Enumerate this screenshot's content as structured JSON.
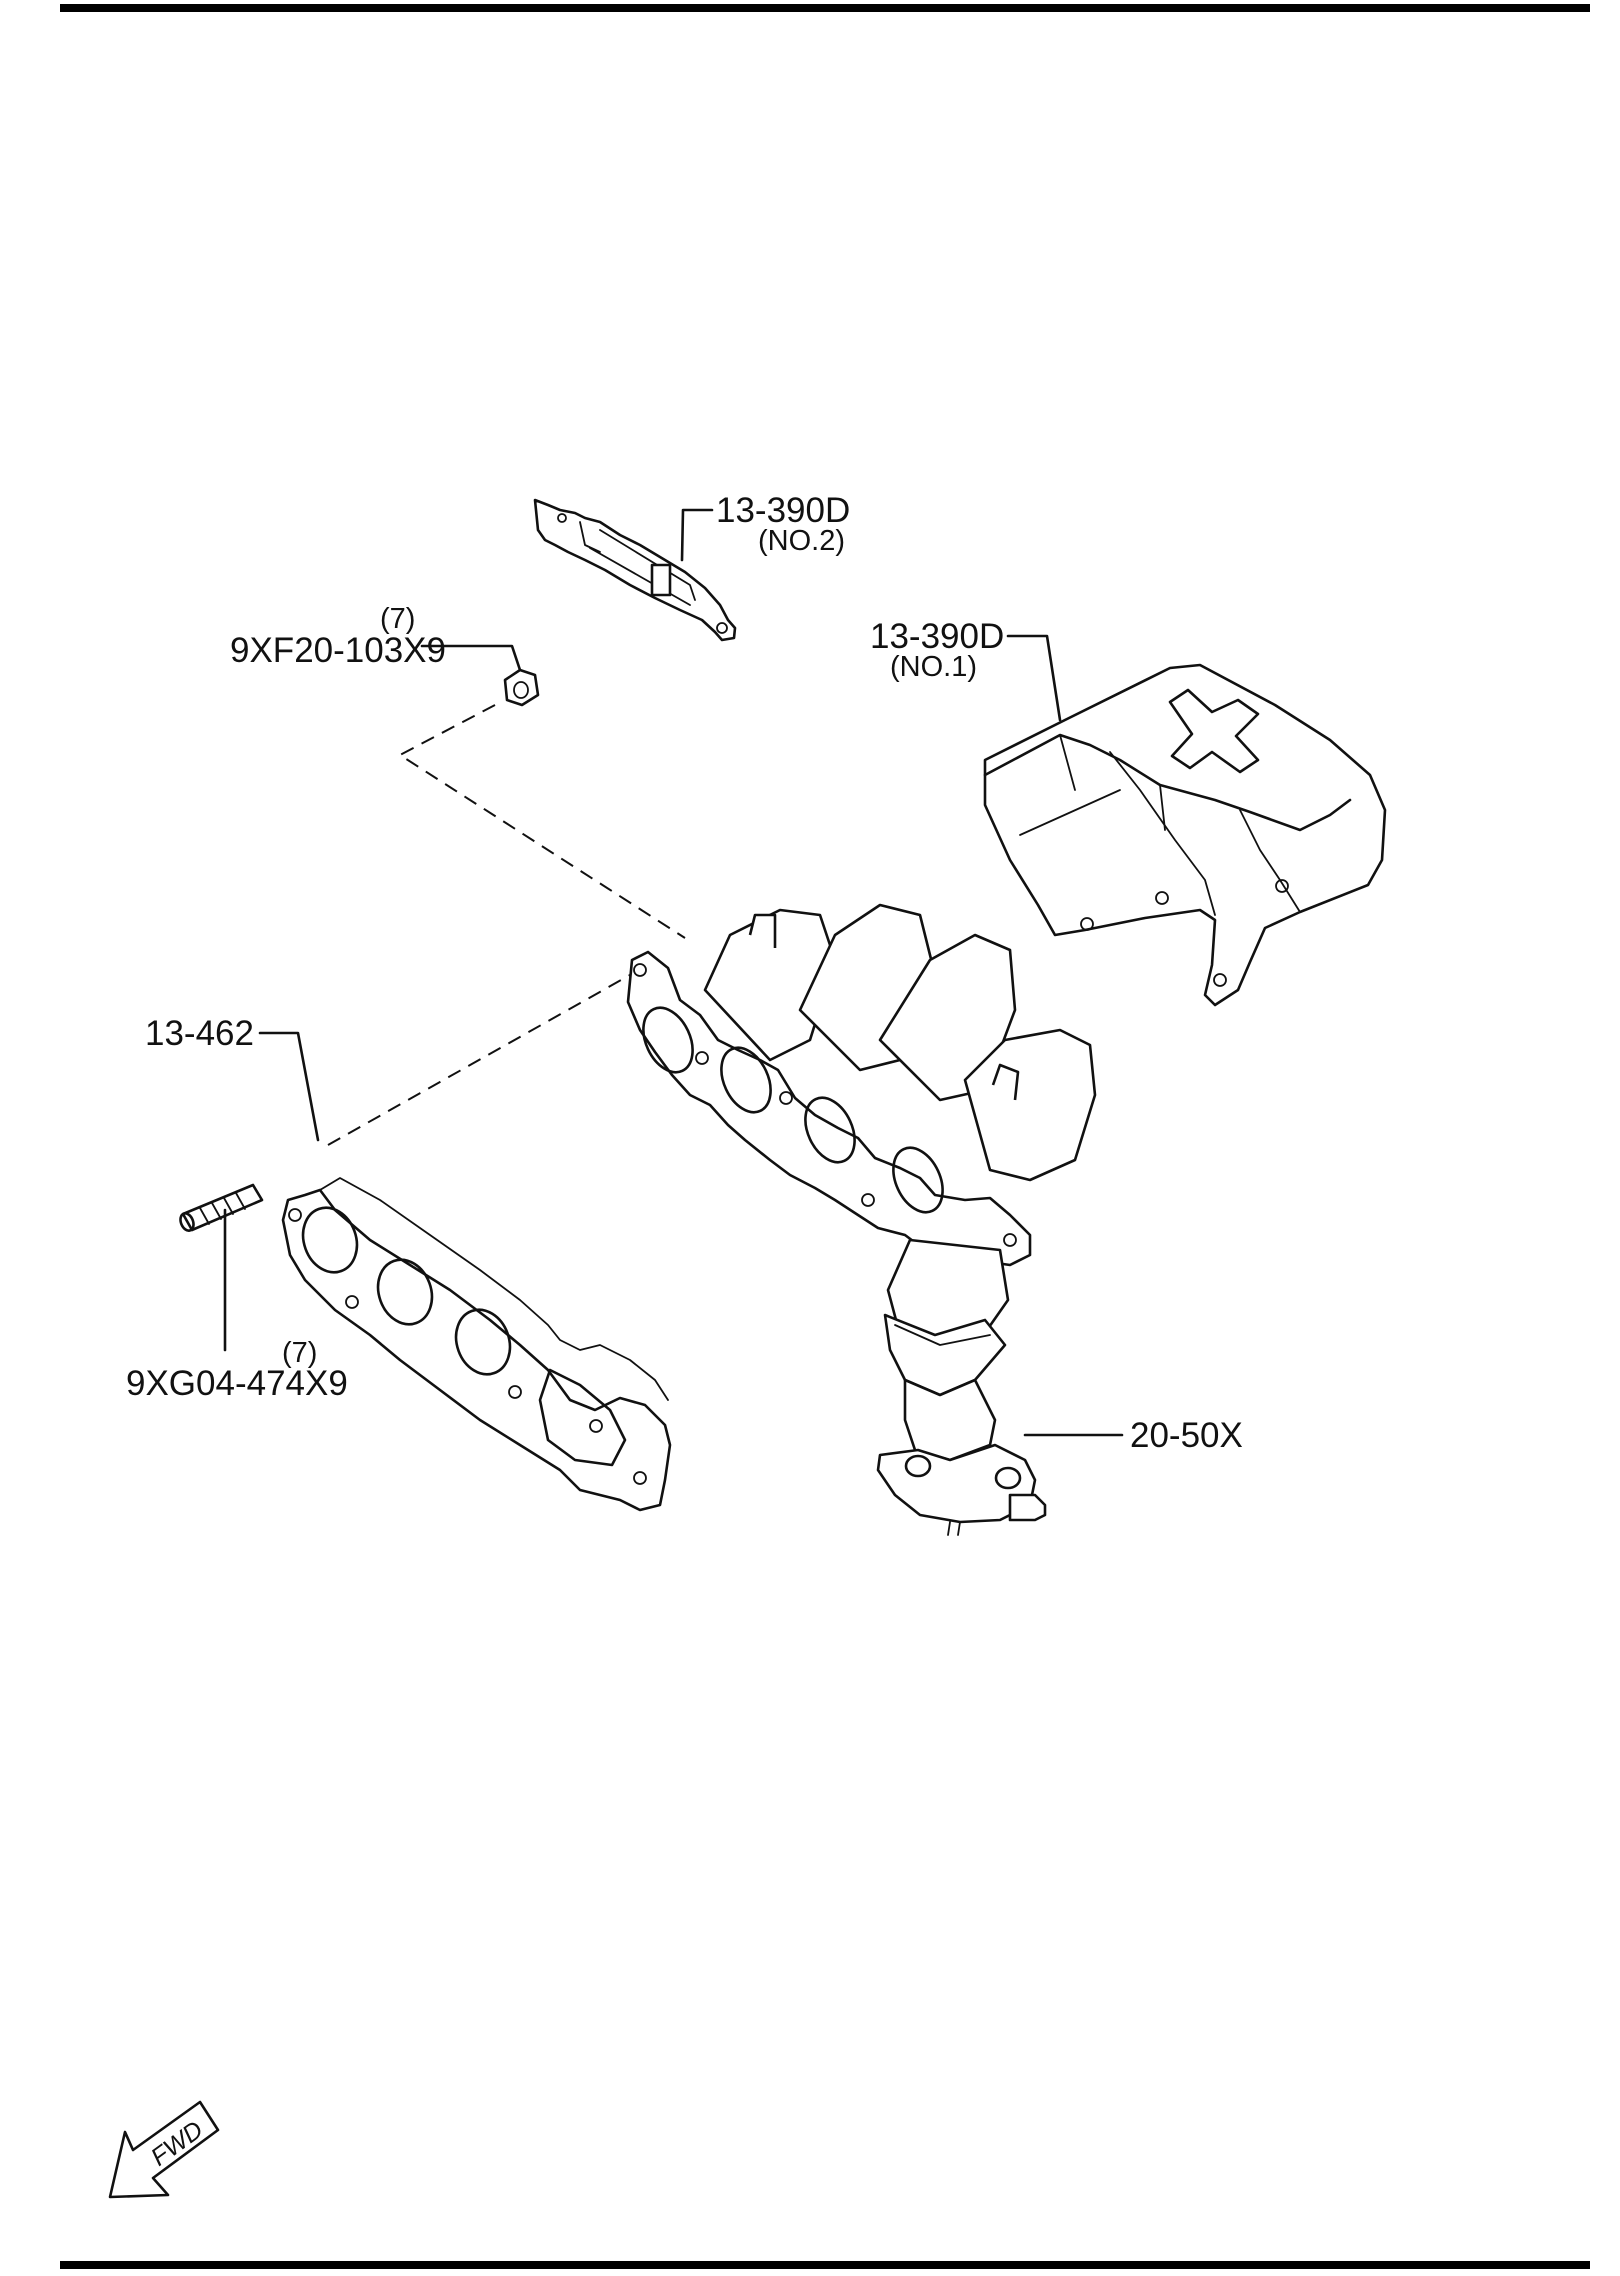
{
  "parts": {
    "heat_insulator_no2": {
      "number": "13-390D",
      "note": "(NO.2)"
    },
    "heat_insulator_no1": {
      "number": "13-390D",
      "note": "(NO.1)"
    },
    "nut": {
      "qty": "(7)",
      "number": "9XF20-103X9"
    },
    "gasket": {
      "number": "13-462"
    },
    "stud": {
      "qty": "(7)",
      "number": "9XG04-474X9"
    },
    "manifold_converter": {
      "number": "20-50X"
    }
  },
  "direction": {
    "label": "FWD"
  }
}
